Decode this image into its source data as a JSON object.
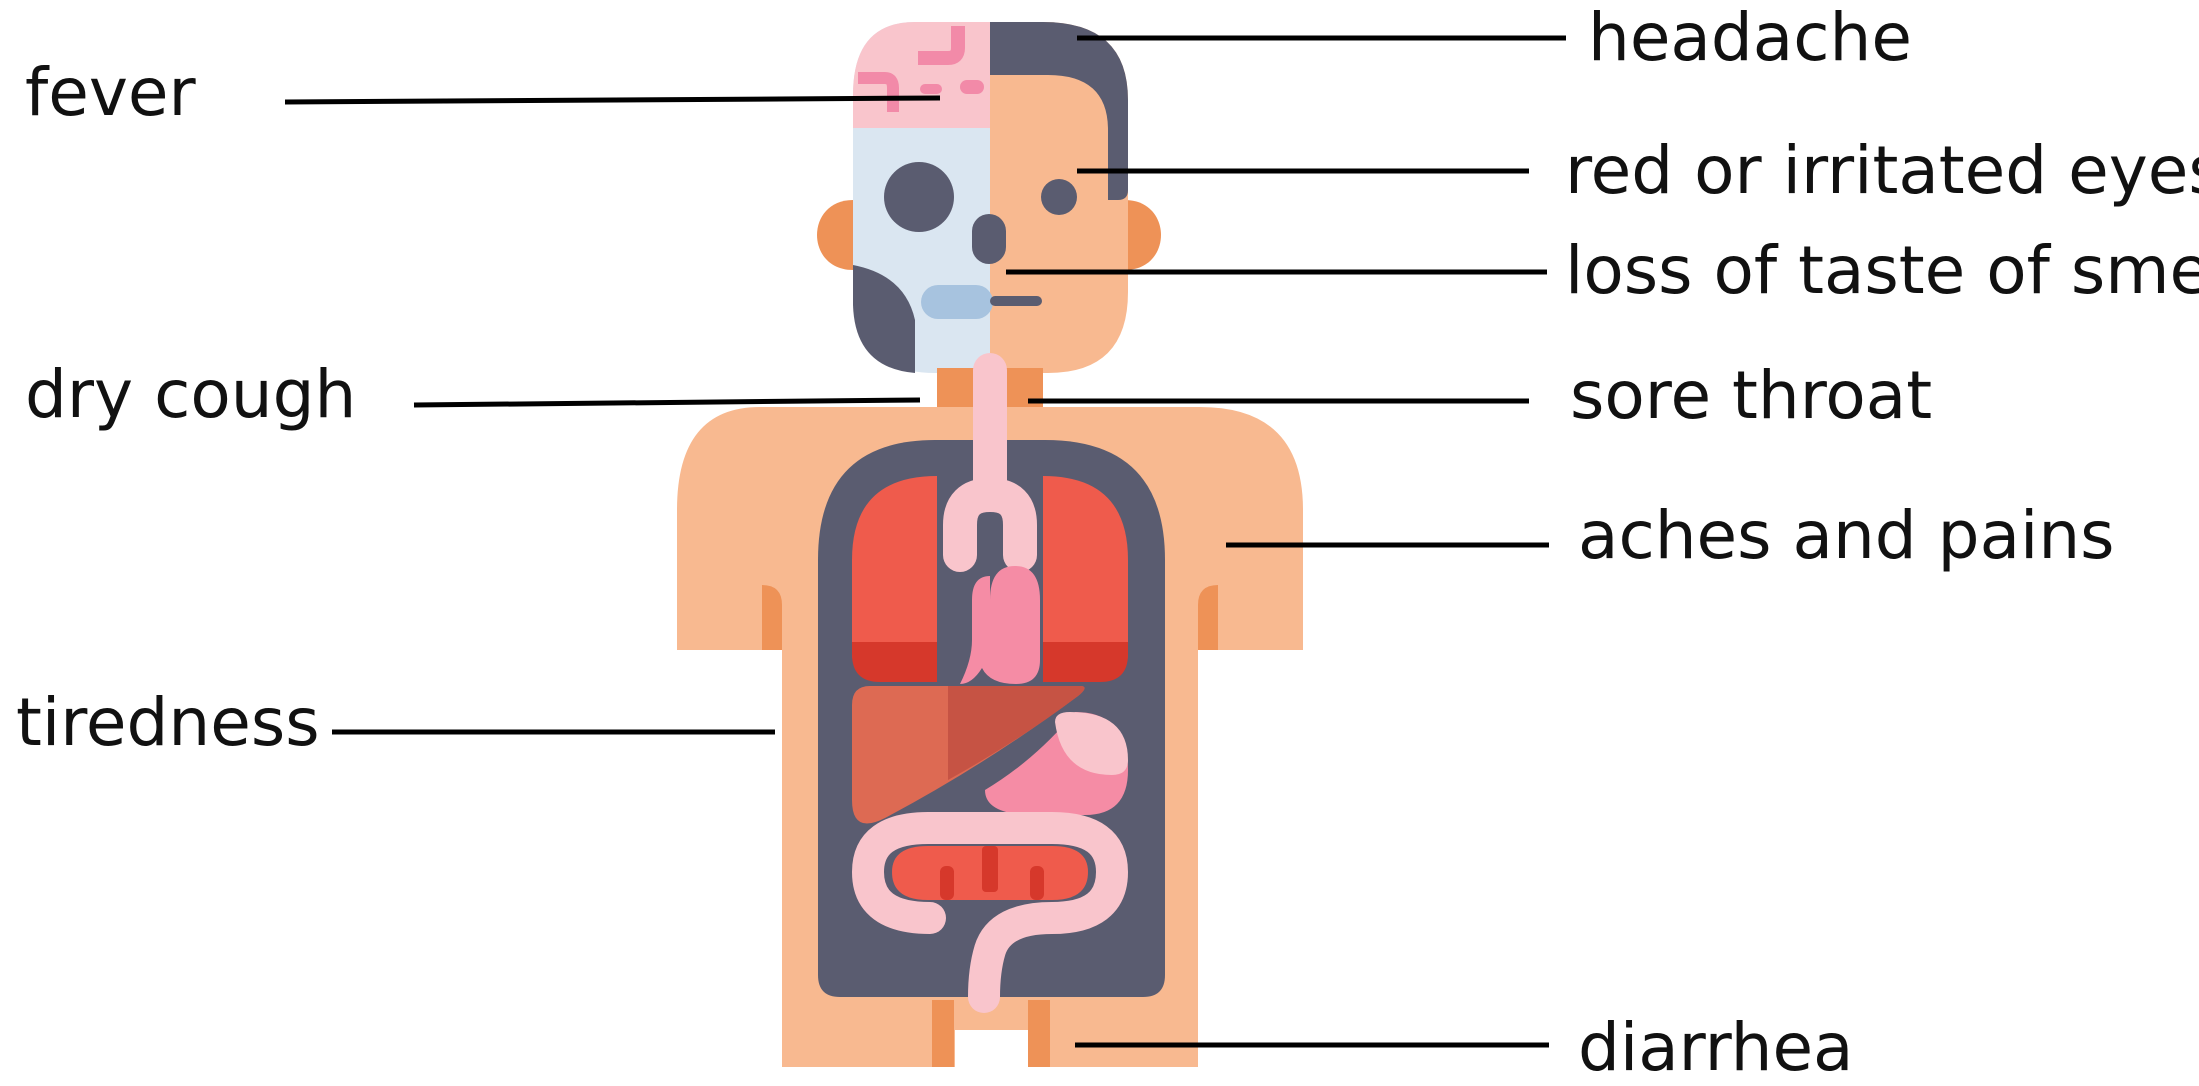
{
  "labels": {
    "fever": "fever",
    "dry_cough": "dry cough",
    "tiredness": "tiredness",
    "headache": "headache",
    "red_eyes": "red or irritated eyes",
    "loss_taste": "loss of taste of smell",
    "sore_throat": "sore throat",
    "aches": "aches and pains",
    "diarrhea": "diarrhea"
  },
  "colors": {
    "skin": "#F8B990",
    "skin_dark": "#EE9257",
    "dark": "#5A5C70",
    "brain": "#F9C5CC",
    "brain_fold": "#F28AA8",
    "skull": "#DAE6F1",
    "teeth": "#A7C3DF",
    "lung": "#EF5B4C",
    "lung_dark": "#D6382B",
    "liver": "#DD6A53",
    "liver_dark": "#C65344",
    "stomach": "#F58CA5",
    "intestine": "#F9C5CC",
    "heart": "#F58CA5",
    "line": "#000000"
  }
}
